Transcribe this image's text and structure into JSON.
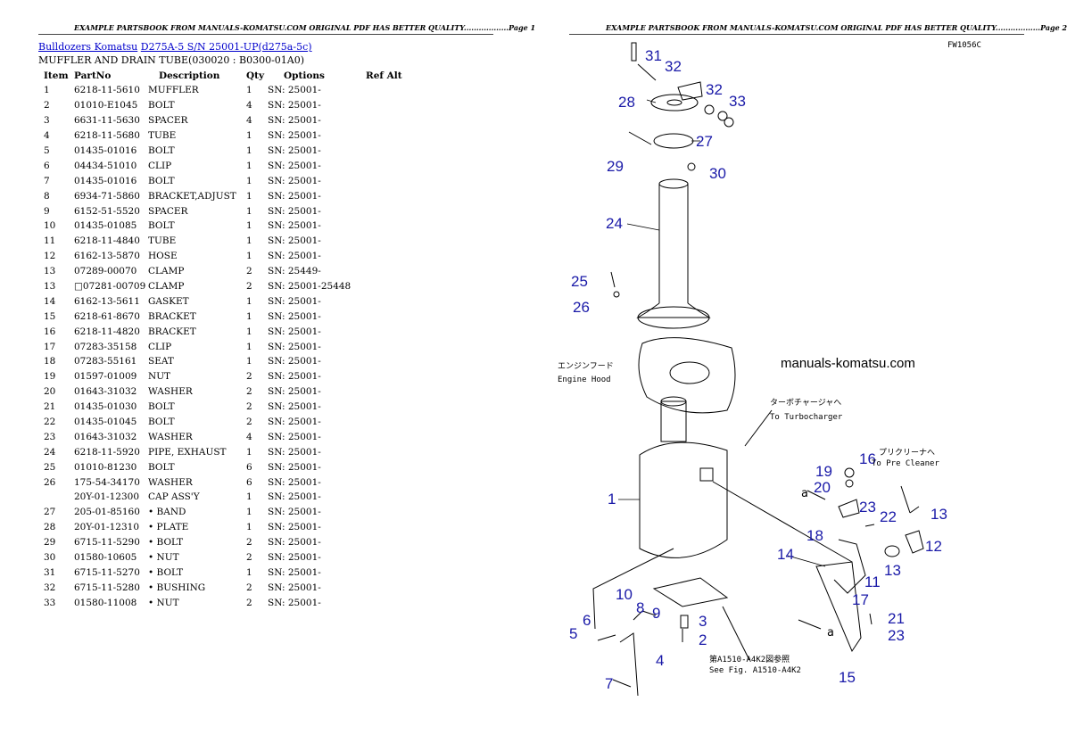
{
  "header": {
    "left": "EXAMPLE PARTSBOOK FROM MANUALS-KOMATSU.COM ORIGINAL PDF HAS BETTER QUALITY..................Page 1",
    "right": "EXAMPLE PARTSBOOK FROM MANUALS-KOMATSU.COM ORIGINAL PDF HAS BETTER QUALITY..................Page 2"
  },
  "breadcrumb": {
    "link1": "Bulldozers Komatsu",
    "link2": "D275A-5 S/N 25001-UP(d275a-5c)"
  },
  "subtitle": "MUFFLER AND DRAIN TUBE(030020 : B0300-01A0)",
  "table": {
    "headers": [
      "Item",
      "PartNo",
      "Description",
      "Qty",
      "Options",
      "Ref Alt"
    ],
    "rows": [
      [
        "1",
        "6218-11-5610",
        "MUFFLER",
        "1",
        "SN: 25001-"
      ],
      [
        "2",
        "01010-E1045",
        "BOLT",
        "4",
        "SN: 25001-"
      ],
      [
        "3",
        "6631-11-5630",
        "SPACER",
        "4",
        "SN: 25001-"
      ],
      [
        "4",
        "6218-11-5680",
        "TUBE",
        "1",
        "SN: 25001-"
      ],
      [
        "5",
        "01435-01016",
        "BOLT",
        "1",
        "SN: 25001-"
      ],
      [
        "6",
        "04434-51010",
        "CLIP",
        "1",
        "SN: 25001-"
      ],
      [
        "7",
        "01435-01016",
        "BOLT",
        "1",
        "SN: 25001-"
      ],
      [
        "8",
        "6934-71-5860",
        "BRACKET,ADJUST",
        "1",
        "SN: 25001-"
      ],
      [
        "9",
        "6152-51-5520",
        "SPACER",
        "1",
        "SN: 25001-"
      ],
      [
        "10",
        "01435-01085",
        "BOLT",
        "1",
        "SN: 25001-"
      ],
      [
        "11",
        "6218-11-4840",
        "TUBE",
        "1",
        "SN: 25001-"
      ],
      [
        "12",
        "6162-13-5870",
        "HOSE",
        "1",
        "SN: 25001-"
      ],
      [
        "13",
        "07289-00070",
        "CLAMP",
        "2",
        "SN: 25449-"
      ],
      [
        "13",
        "□07281-00709",
        "CLAMP",
        "2",
        "SN: 25001-25448"
      ],
      [
        "14",
        "6162-13-5611",
        "GASKET",
        "1",
        "SN: 25001-"
      ],
      [
        "15",
        "6218-61-8670",
        "BRACKET",
        "1",
        "SN: 25001-"
      ],
      [
        "16",
        "6218-11-4820",
        "BRACKET",
        "1",
        "SN: 25001-"
      ],
      [
        "17",
        "07283-35158",
        "CLIP",
        "1",
        "SN: 25001-"
      ],
      [
        "18",
        "07283-55161",
        "SEAT",
        "1",
        "SN: 25001-"
      ],
      [
        "19",
        "01597-01009",
        "NUT",
        "2",
        "SN: 25001-"
      ],
      [
        "20",
        "01643-31032",
        "WASHER",
        "2",
        "SN: 25001-"
      ],
      [
        "21",
        "01435-01030",
        "BOLT",
        "2",
        "SN: 25001-"
      ],
      [
        "22",
        "01435-01045",
        "BOLT",
        "2",
        "SN: 25001-"
      ],
      [
        "23",
        "01643-31032",
        "WASHER",
        "4",
        "SN: 25001-"
      ],
      [
        "24",
        "6218-11-5920",
        "PIPE, EXHAUST",
        "1",
        "SN: 25001-"
      ],
      [
        "25",
        "01010-81230",
        "BOLT",
        "6",
        "SN: 25001-"
      ],
      [
        "26",
        "175-54-34170",
        "WASHER",
        "6",
        "SN: 25001-"
      ],
      [
        "",
        "20Y-01-12300",
        "CAP ASS'Y",
        "1",
        "SN: 25001-"
      ],
      [
        "27",
        "205-01-85160",
        "• BAND",
        "1",
        "SN: 25001-"
      ],
      [
        "28",
        "20Y-01-12310",
        "• PLATE",
        "1",
        "SN: 25001-"
      ],
      [
        "29",
        "6715-11-5290",
        "• BOLT",
        "2",
        "SN: 25001-"
      ],
      [
        "30",
        "01580-10605",
        "• NUT",
        "2",
        "SN: 25001-"
      ],
      [
        "31",
        "6715-11-5270",
        "• BOLT",
        "1",
        "SN: 25001-"
      ],
      [
        "32",
        "6715-11-5280",
        "• BUSHING",
        "2",
        "SN: 25001-"
      ],
      [
        "33",
        "01580-11008",
        "• NUT",
        "2",
        "SN: 25001-"
      ]
    ]
  },
  "diagram": {
    "code": "FW1056C",
    "watermark": "manuals-komatsu.com",
    "engine_hood_jp": "エンジンフード",
    "engine_hood_en": "Engine Hood",
    "turbo_jp": "ターボチャージャへ",
    "turbo_en": "To Turbocharger",
    "precleaner_jp": "プリクリーナへ",
    "precleaner_en": "To Pre Cleaner",
    "seefig_jp": "第A1510-A4K2図参照",
    "seefig_en": "See Fig. A1510-A4K2",
    "letter_a": "a",
    "callouts": [
      "1",
      "2",
      "3",
      "4",
      "5",
      "6",
      "7",
      "8",
      "9",
      "10",
      "11",
      "12",
      "13",
      "13",
      "14",
      "15",
      "16",
      "17",
      "18",
      "19",
      "20",
      "21",
      "22",
      "23",
      "23",
      "24",
      "25",
      "26",
      "27",
      "28",
      "29",
      "30",
      "31",
      "32",
      "32",
      "33"
    ],
    "callout_color": "#1a1aa8"
  }
}
